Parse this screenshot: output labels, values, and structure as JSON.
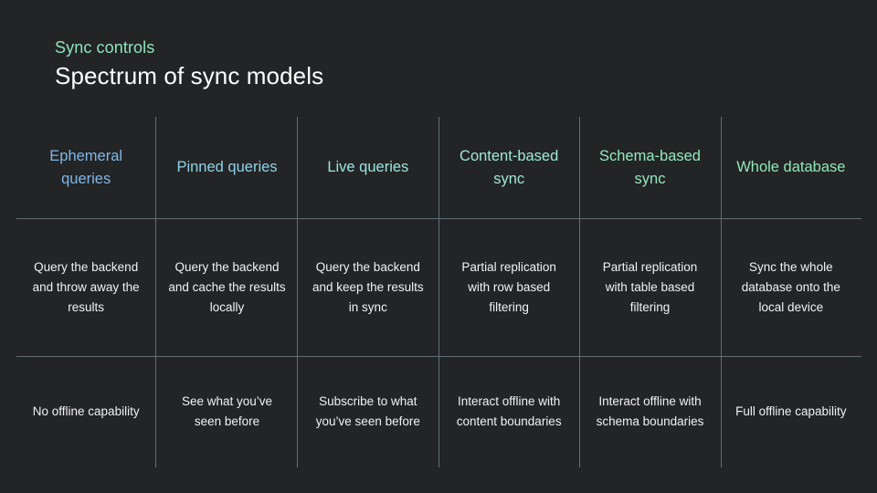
{
  "header": {
    "eyebrow": "Sync controls",
    "title": "Spectrum of sync models"
  },
  "colors": {
    "background": "#232426",
    "eyebrow": "#8fe3bd",
    "title": "#ffffff",
    "rule": "#5e7075",
    "body_text": "#f2f2f2",
    "header_gradient": [
      "#7fb8e8",
      "#8fd3ea",
      "#9ae6e0",
      "#9fead0",
      "#93e8bf",
      "#8fe8b6"
    ]
  },
  "matrix": {
    "columns": [
      {
        "header": "Ephemeral queries",
        "header_color": "#7fb8e8",
        "description": "Query the backend and throw away the results",
        "offline": "No offline capability"
      },
      {
        "header": "Pinned queries",
        "header_color": "#8fd3ea",
        "description": "Query the backend and cache the results locally",
        "offline": "See what you’ve seen before"
      },
      {
        "header": "Live queries",
        "header_color": "#9ae6e0",
        "description": "Query the backend and keep the results in sync",
        "offline": "Subscribe to what you’ve seen before"
      },
      {
        "header": "Content-based sync",
        "header_color": "#9fead0",
        "description": "Partial replication with row based filtering",
        "offline": "Interact offline with content boundaries"
      },
      {
        "header": "Schema-based sync",
        "header_color": "#93e8bf",
        "description": "Partial replication with table based filtering",
        "offline": "Interact offline with schema boundaries"
      },
      {
        "header": "Whole database",
        "header_color": "#8fe8b6",
        "description": "Sync the whole database onto the local device",
        "offline": "Full offline capability"
      }
    ]
  }
}
